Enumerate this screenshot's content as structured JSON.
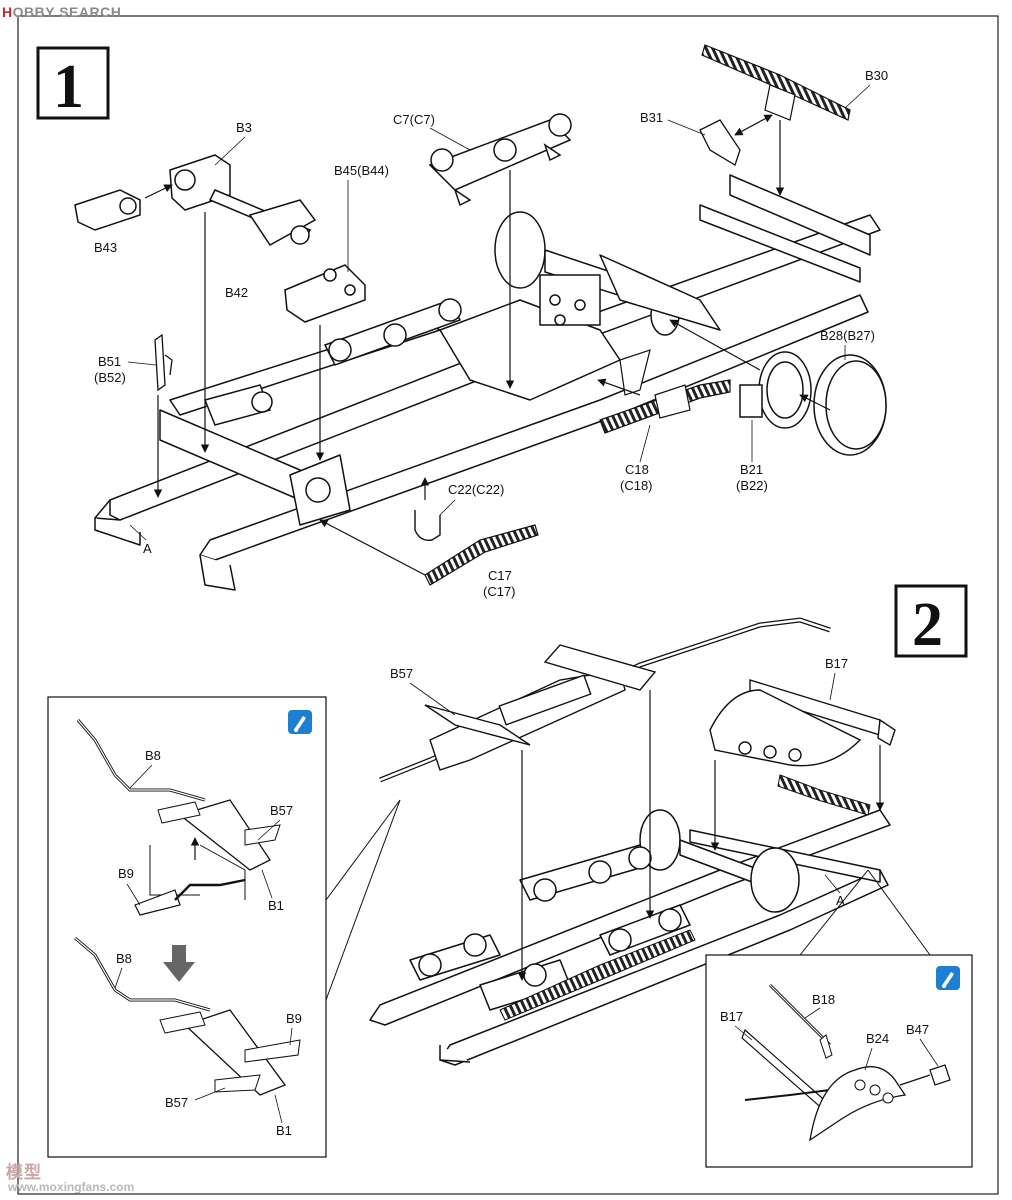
{
  "watermark_top": {
    "brand_first": "H",
    "brand_rest": "OBBY SEARCH"
  },
  "watermark_bottom": {
    "line1": "模型",
    "line2": "www.moxingfans.com"
  },
  "step1": {
    "number": "1",
    "parts": {
      "b3": "B3",
      "b43": "B43",
      "b42": "B42",
      "b45": "B45(B44)",
      "c7": "C7(C7)",
      "b31": "B31",
      "b30": "B30",
      "b51": "B51",
      "b52": "(B52)",
      "b28": "B28(B27)",
      "c18": "C18",
      "c18b": "(C18)",
      "b21": "B21",
      "b22": "(B22)",
      "c22": "C22(C22)",
      "c17": "C17",
      "c17b": "(C17)",
      "a": "A"
    }
  },
  "step2": {
    "number": "2",
    "parts": {
      "b57": "B57",
      "b17": "B17",
      "a": "A"
    },
    "detail_left": {
      "icon": "paint-icon",
      "labels": {
        "b8": "B8",
        "b57": "B57",
        "b9": "B9",
        "b1": "B1",
        "b8b": "B8",
        "b9b": "B9",
        "b57b": "B57",
        "b1b": "B1"
      }
    },
    "detail_right": {
      "icon": "paint-icon",
      "labels": {
        "b18": "B18",
        "b17": "B17",
        "b24": "B24",
        "b47": "B47"
      }
    }
  },
  "colors": {
    "line": "#111111",
    "paint_icon": "#1e7fd0"
  }
}
